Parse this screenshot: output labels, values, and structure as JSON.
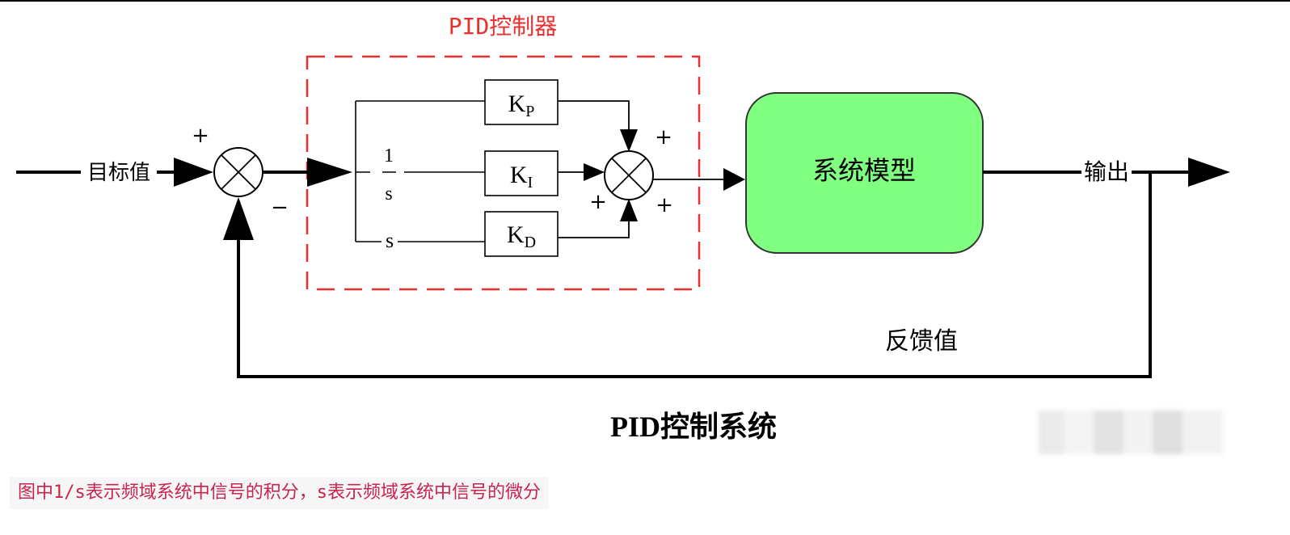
{
  "title": "PID控制系统",
  "controller_label": "PID控制器",
  "input_label": "目标值",
  "output_label": "输出",
  "feedback_label": "反馈值",
  "plant_label": "系统模型",
  "gains": {
    "kp": {
      "k": "K",
      "sub": "P"
    },
    "ki": {
      "k": "K",
      "sub": "I"
    },
    "kd": {
      "k": "K",
      "sub": "D"
    }
  },
  "integral": {
    "num": "1",
    "den": "s"
  },
  "derivative": "s",
  "signs": {
    "sum1_plus": "+",
    "sum1_minus": "−",
    "sum2_top": "+",
    "sum2_left": "+",
    "sum2_bottom": "+"
  },
  "caption": "图中1/s表示频域系统中信号的积分，s表示频域系统中信号的微分",
  "colors": {
    "controller_border": "#e8302f",
    "plant_fill": "#80ff80",
    "caption_text": "#c7254e"
  }
}
